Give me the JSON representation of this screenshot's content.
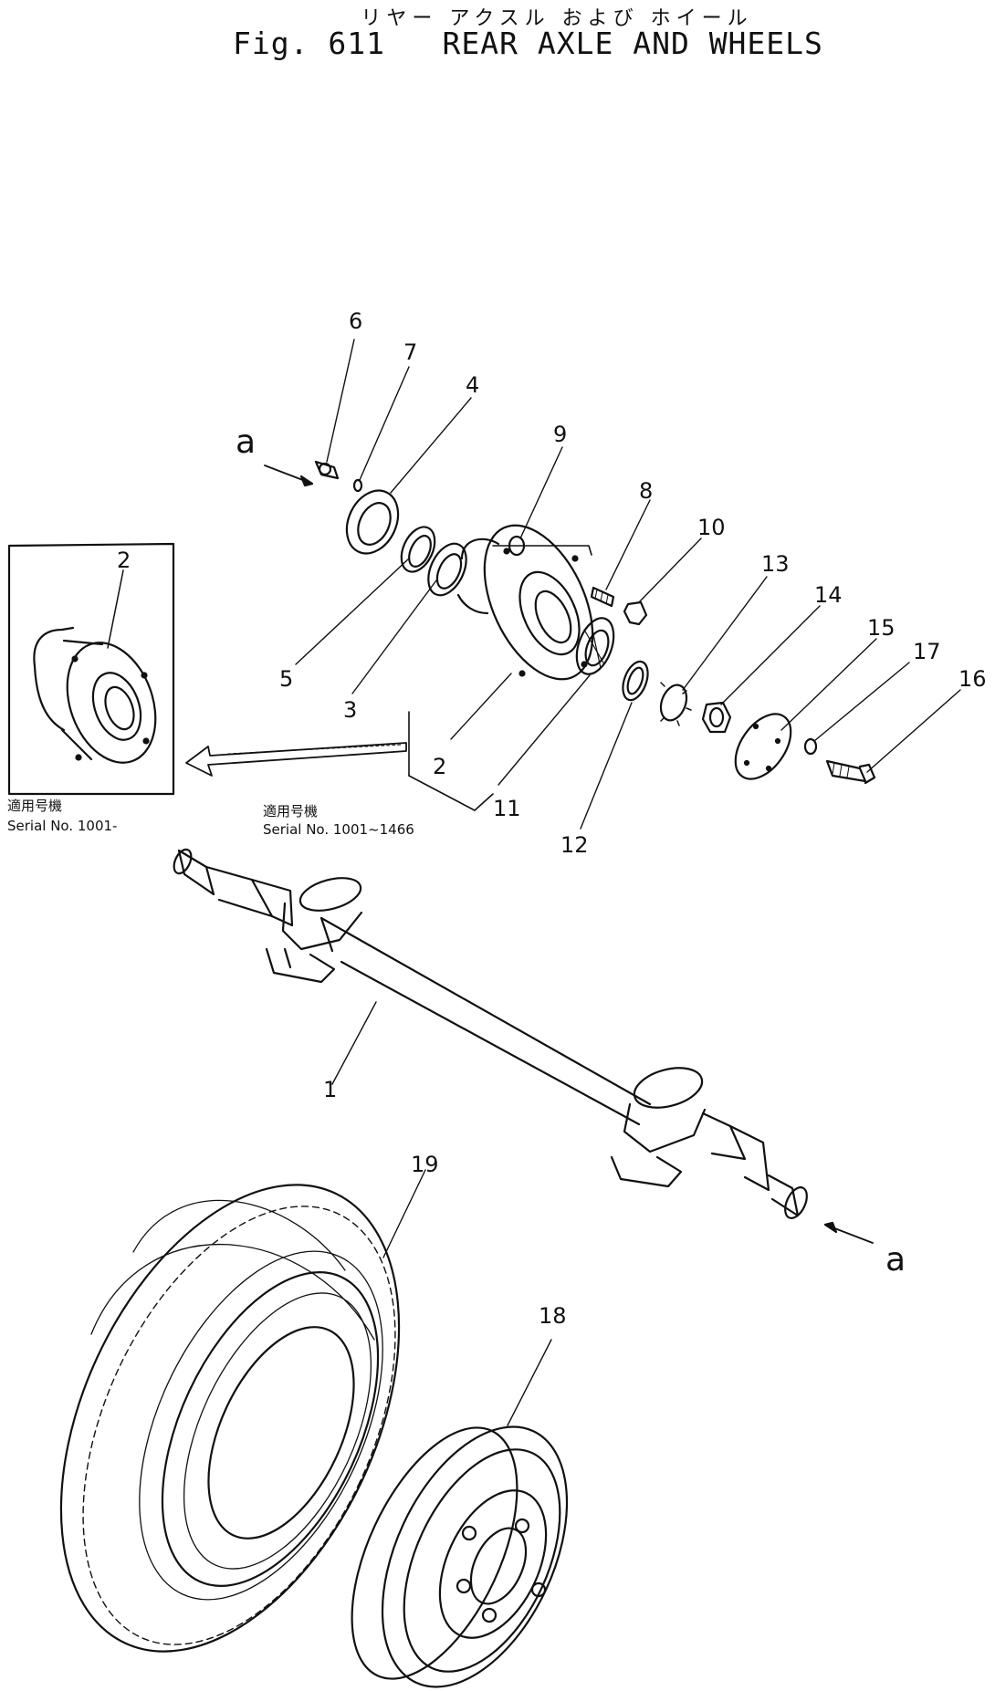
{
  "header": {
    "title_jp": "リヤー アクスル および ホイール",
    "title": "Fig. 611   REAR AXLE AND WHEELS"
  },
  "view_marker": "a",
  "callouts": {
    "c1": "1",
    "c2": "2",
    "c3": "3",
    "c4": "4",
    "c5": "5",
    "c6": "6",
    "c7": "7",
    "c8": "8",
    "c9": "9",
    "c10": "10",
    "c11": "11",
    "c12": "12",
    "c13": "13",
    "c14": "14",
    "c15": "15",
    "c16": "16",
    "c17": "17",
    "c18": "18",
    "c19": "19"
  },
  "inset": {
    "callout": "2",
    "label_jp": "適用号機",
    "serial": "Serial No. 1001-"
  },
  "main_serial": {
    "label_jp": "適用号機",
    "serial": "Serial No. 1001~1466"
  }
}
